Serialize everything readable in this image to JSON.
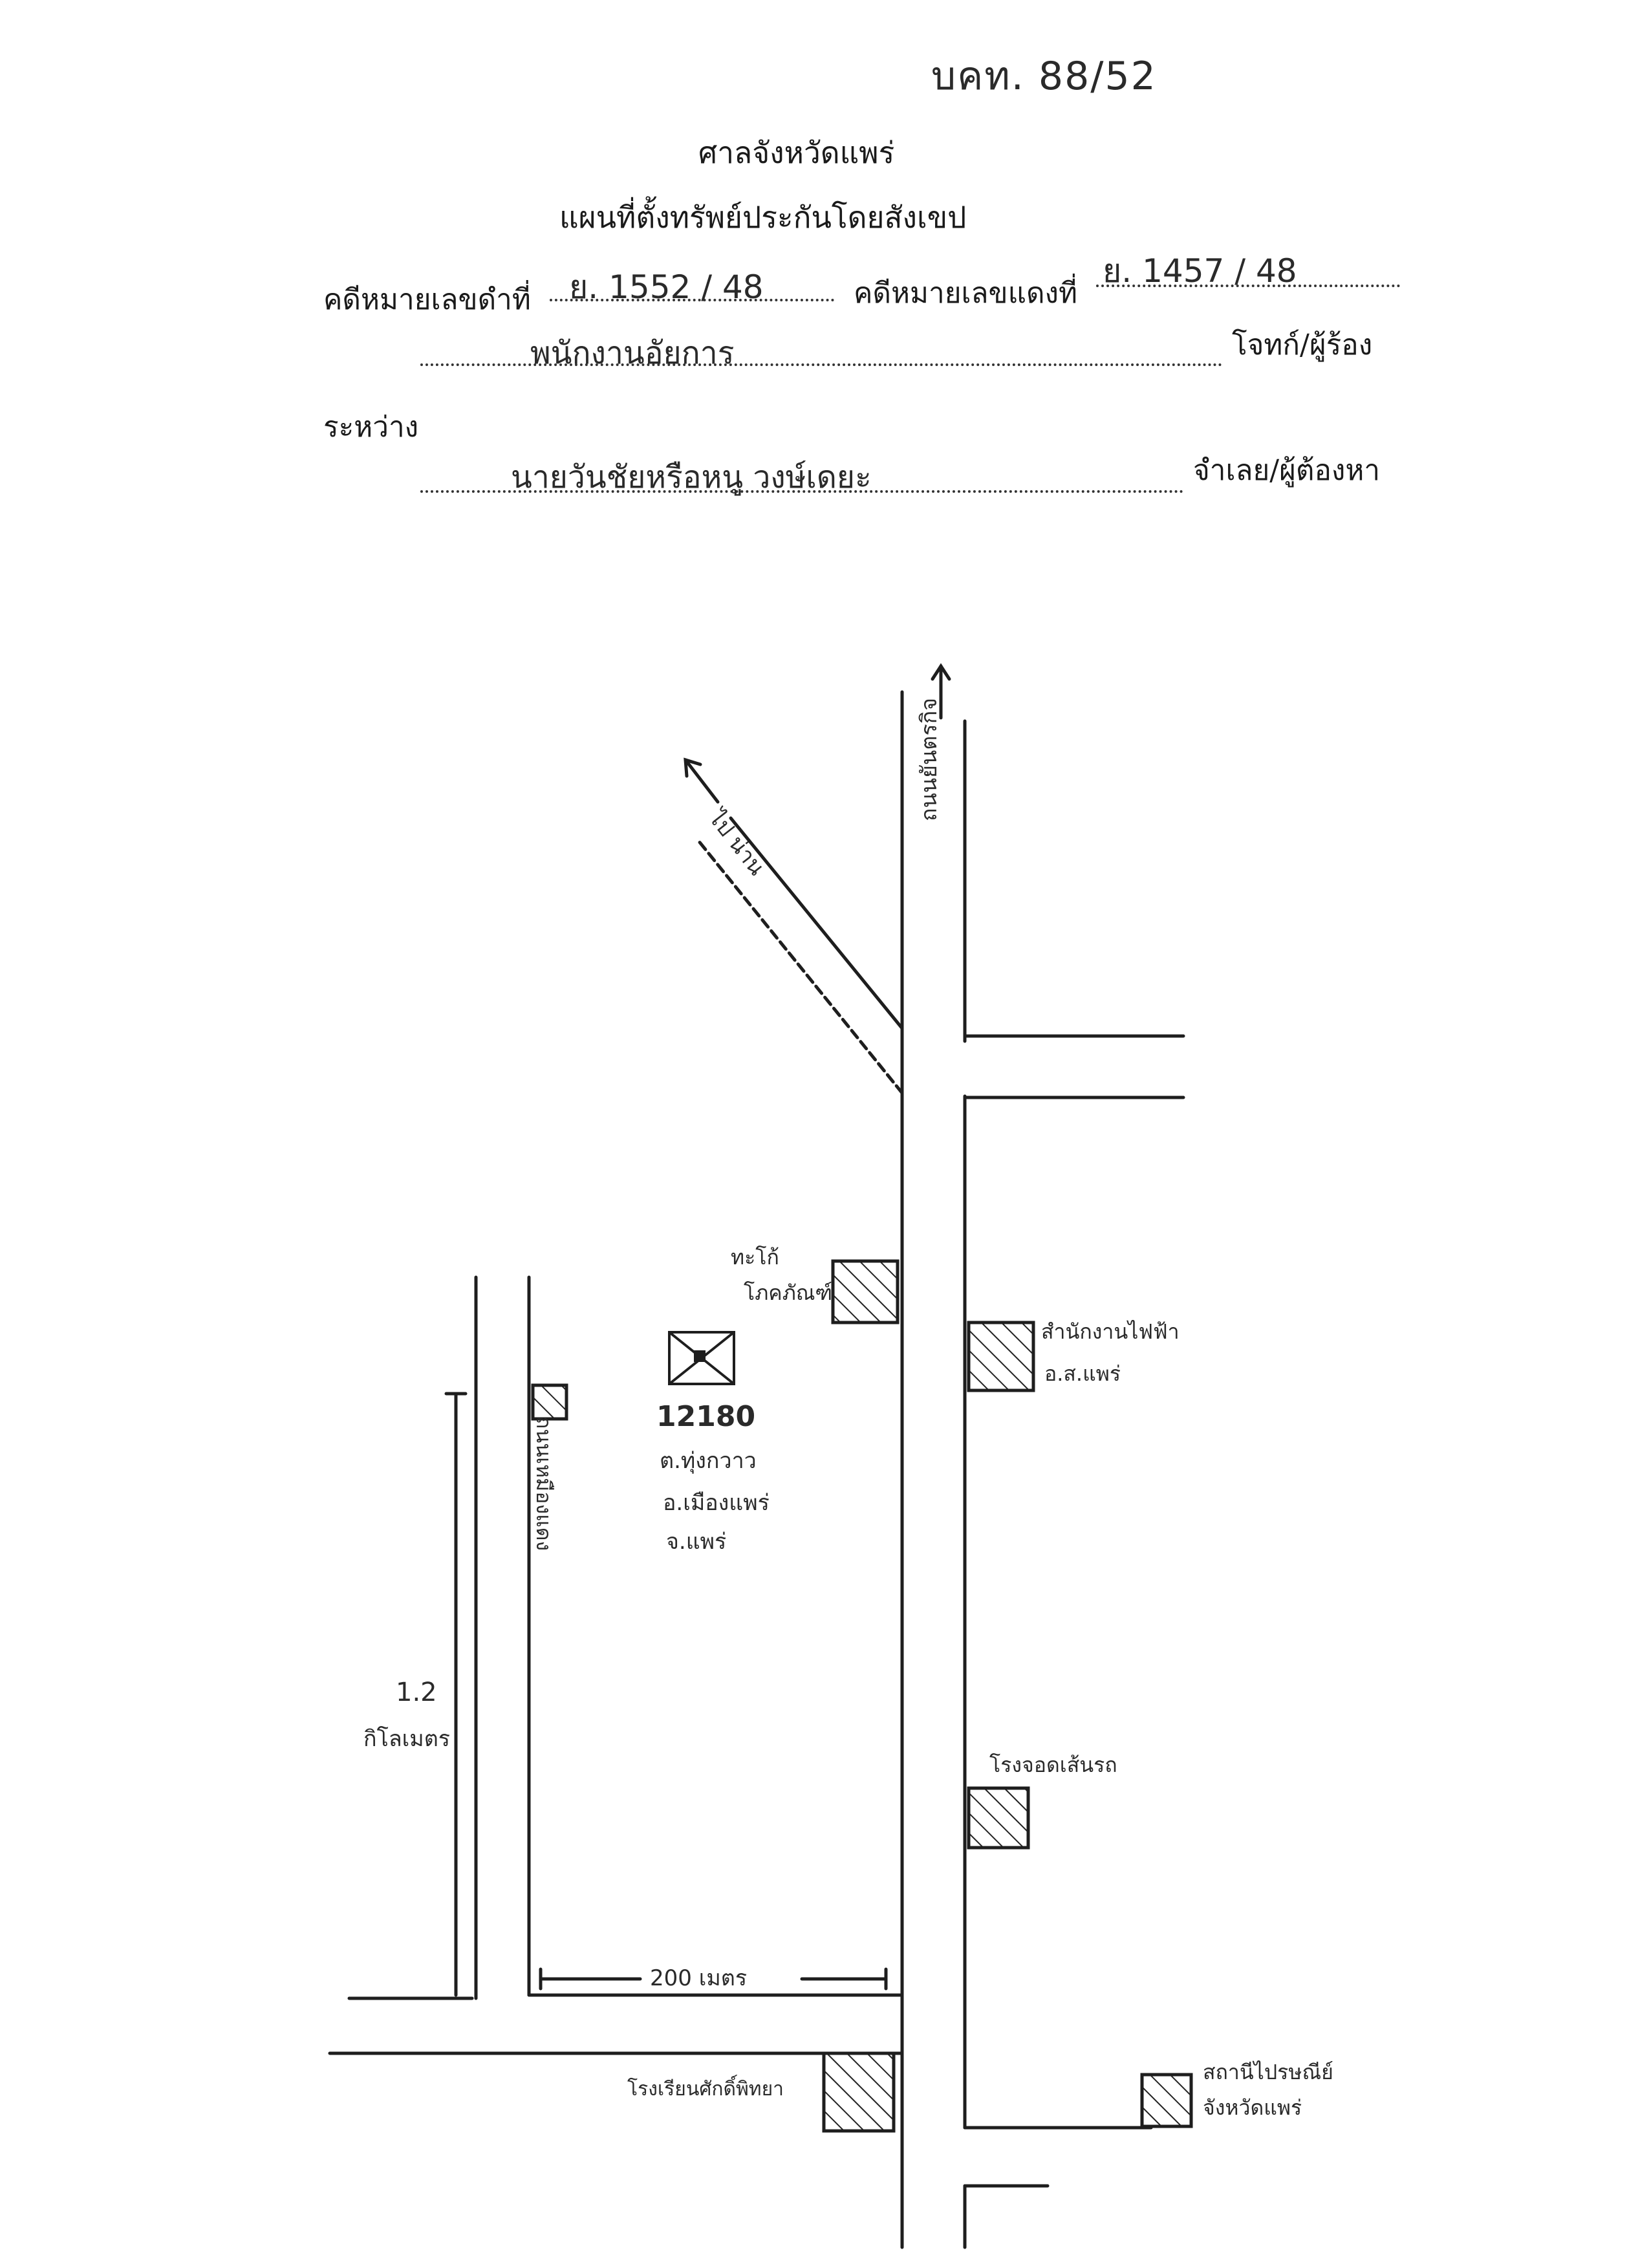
{
  "header": {
    "ref_code": "บคท. 88/52",
    "court_name": "ศาลจังหวัดแพร่",
    "doc_title": "แผนที่ตั้งทรัพย์ประกันโดยสังเขป",
    "black_case_label": "คดีหมายเลขดำที่",
    "black_case_value": "ย. 1552 / 48",
    "red_case_label": "คดีหมายเลขแดงที่",
    "red_case_value": "ย. 1457 / 48",
    "plaintiff_value": "พนักงานอัยการ",
    "plaintiff_label": "โจทก์/ผู้ร้อง",
    "between_label": "ระหว่าง",
    "defendant_value": "นายวันชัยหรือหนู วงษ์เดยะ",
    "defendant_label": "จำเลย/ผู้ต้องหา"
  },
  "map": {
    "road_label_north": "ถนนยันตรกิจ",
    "road_label_diag": "ไป น่าน",
    "road_label_left": "ถนนเหมืองแดง",
    "lm_top_left": [
      "ทะโก้",
      "โภคภัณฑ์"
    ],
    "lm_top_right": [
      "สำนักงานไฟฟ้า",
      "อ.ส.แพร่"
    ],
    "parcel_number": "12180",
    "parcel_address": [
      "ต.ทุ่งกวาว",
      "อ.เมืองแพร่",
      "จ.แพร่"
    ],
    "distance_vertical": [
      "1.2",
      "กิโลเมตร"
    ],
    "distance_horizontal": "200 เมตร",
    "lm_mid_right": "โรงจอดเส้นรถ",
    "lm_bottom_left": "โรงเรียนศักดิ์พิทยา",
    "lm_bottom_right": [
      "สถานีไปรษณีย์",
      "จังหวัดแพร่"
    ]
  }
}
